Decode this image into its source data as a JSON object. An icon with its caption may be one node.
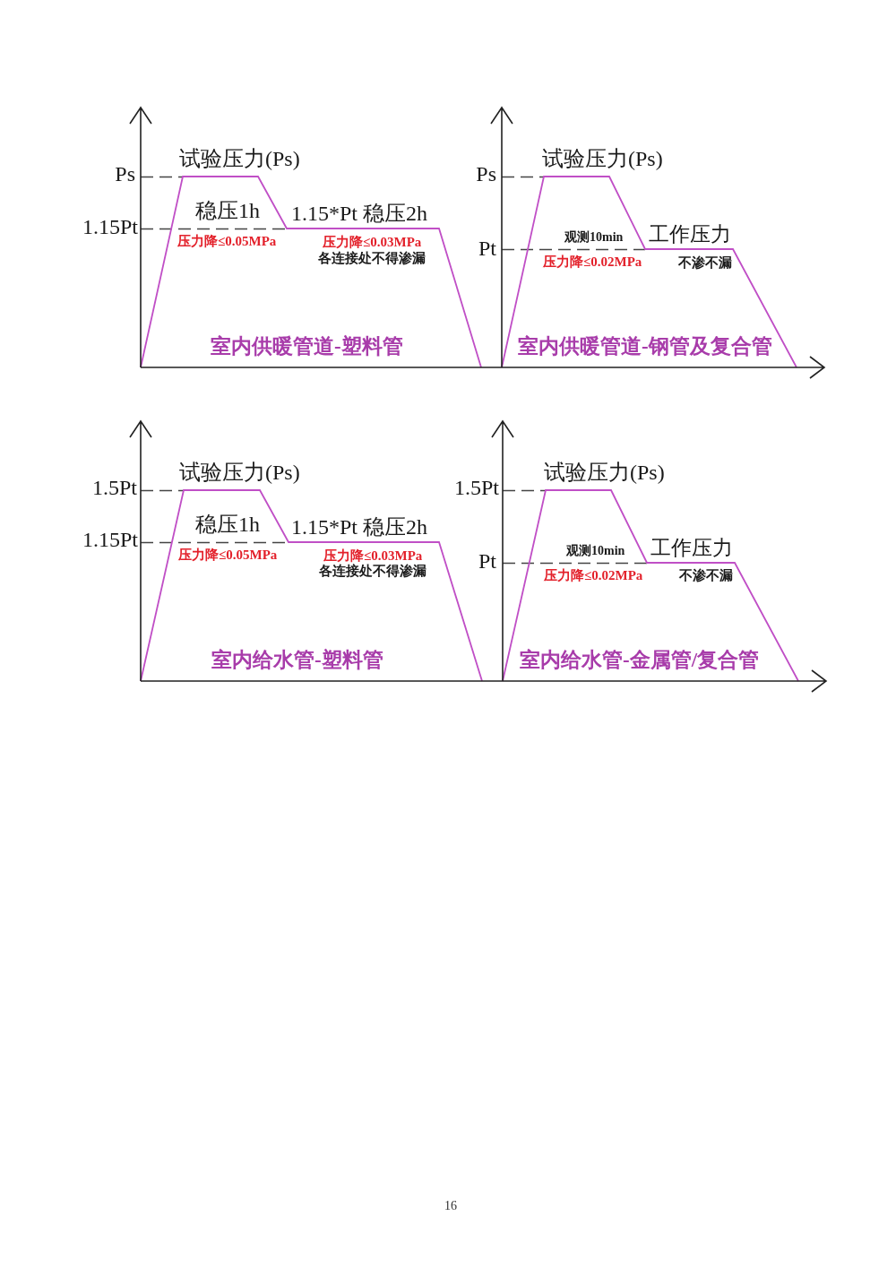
{
  "diagram": {
    "labels": [
      "试验压力(Ps)",
      "Ps",
      "稳压1h",
      "1.15*Pt 稳压2h",
      "1.15Pt",
      "压力降≤0.05MPa",
      "压力降≤0.03MPa",
      "各连接处不得渗漏",
      "室内供暖管道-塑料管",
      "试验压力(Ps)",
      "Ps",
      "观测10min",
      "工作压力",
      "Pt",
      "压力降≤0.02MPa",
      "不渗不漏",
      "室内供暖管道-钢管及复合管",
      "试验压力(Ps)",
      "1.5Pt",
      "稳压1h",
      "1.15*Pt 稳压2h",
      "1.15Pt",
      "压力降≤0.05MPa",
      "压力降≤0.03MPa",
      "各连接处不得渗漏",
      "室内给水管-塑料管",
      "试验压力(Ps)",
      "1.5Pt",
      "观测10min",
      "工作压力",
      "Pt",
      "压力降≤0.02MPa",
      "不渗不漏",
      "室内给水管-金属管/复合管",
      "16"
    ]
  }
}
